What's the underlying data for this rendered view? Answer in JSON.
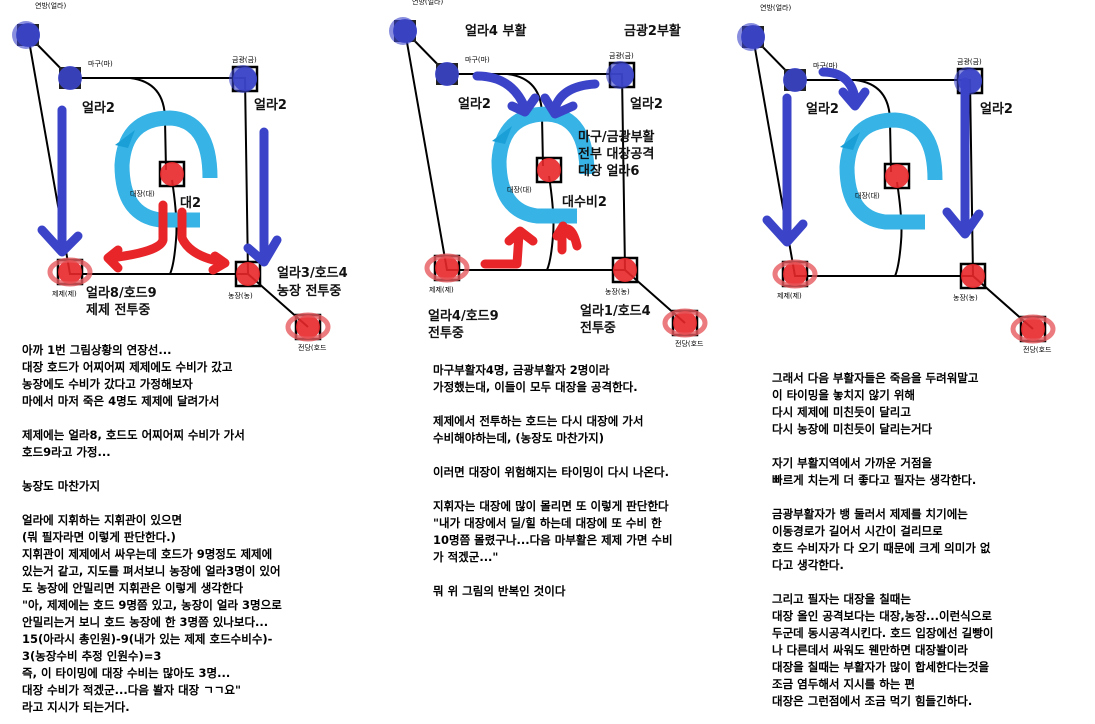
{
  "node_labels": {
    "ally_spawn": "연방(얼라)",
    "magu": "마구(마)",
    "gold": "금광(금)",
    "boss": "대장(대)",
    "lumber": "제제(제)",
    "farm": "농장(농)",
    "horde_spawn": "전당(호드"
  },
  "panels": [
    {
      "labels": {
        "magu_count": "얼라2",
        "gold_count": "얼라2",
        "boss_def": "대2",
        "lumber_status_1": "얼라8/호드9",
        "lumber_status_2": "제제 전투중",
        "farm_status_1": "얼라3/호드4",
        "farm_status_2": "농장 전투중"
      },
      "notes": [
        "아까 1번 그림상황의 연장선...",
        "대장 호드가 어찌어찌 제제에도 수비가 갔고",
        "농장에도 수비가 갔다고 가정해보자",
        "마에서 마저 죽은 4명도 제제에 달려가서",
        "",
        "제제에는 얼라8, 호드도 어찌어찌 수비가 가서",
        "호드9라고 가정...",
        "",
        "농장도 마찬가지",
        "",
        "얼라에 지휘하는 지휘관이 있으면",
        "(뭐 필자라면 이렇게 판단한다.)",
        "지휘관이 제제에서 싸우는데 호드가 9명정도 제제에",
        "있는거 같고, 지도를 펴서보니 농장에 얼라3명이 있어",
        "도 농장에 안밀리면 지휘관은 이렇게 생각한다",
        "\"아, 제제에는 호드 9명쯤 있고, 농장이 얼라 3명으로",
        "안밀리는거 보니 호드 농장에 한 3명쯤 있나보다...",
        "15(아라시 총인원)-9(내가 있는 제제 호드수비수)-",
        "3(농장수비 추정 인원수)=3",
        "즉, 이 타이밍에 대장 수비는 많아도 3명...",
        "대장 수비가 적겠군...다음 봘자 대장 ㄱㄱ요\"",
        "라고 지시가 되는거다."
      ]
    },
    {
      "labels": {
        "ally_revive": "얼라4 부활",
        "gold_revive": "금광2부활",
        "magu_count": "얼라2",
        "gold_count": "얼라2",
        "attack_1": "마구/금광부활",
        "attack_2": "전부 대장공격",
        "attack_3": "대장 얼라6",
        "boss_def": "대수비2",
        "lumber_status_1": "얼라4/호드9",
        "lumber_status_2": "전투중",
        "farm_status_1": "얼라1/호드4",
        "farm_status_2": "전투중"
      },
      "notes": [
        "마구부활자4명, 금광부활자 2명이라",
        "가정했는대, 이들이 모두 대장을 공격한다.",
        "",
        "제제에서 전투하는 호드는 다시 대장에 가서",
        "수비해야하는데, (농장도 마찬가지)",
        "",
        "이러면 대장이 위험해지는 타이밍이 다시 나온다.",
        "",
        "지휘자는 대장에 많이 몰리면 또 이렇게 판단한다",
        "\"내가 대장에서 딜/힐 하는데 대장에 또 수비 한",
        "10명쯤 몰렸구나...다음 마부활은 제제 가면 수비",
        "가 적겠군...\"",
        "",
        "뭐 위 그림의 반복인 것이다"
      ]
    },
    {
      "labels": {
        "magu_count": "얼라2",
        "gold_count": "얼라2"
      },
      "notes": [
        "그래서 다음 부활자들은 죽음을 두려워말고",
        "이 타이밍을 놓치지 않기 위해",
        "다시 제제에 미친듯이 달리고",
        "다시 농장에 미친듯이 달리는거다",
        "",
        "자기 부활지역에서 가까운 거점을",
        "빠르게 치는게 더 좋다고 필자는 생각한다.",
        "",
        "금광부활자가 뱅 둘러서 제제를 치기에는",
        "이동경로가 길어서 시간이 걸리므로",
        "호드 수비자가 다 오기 때문에 크게 의미가 없",
        "다고 생각한다.",
        "",
        "그리고 필자는 대장을 칠때는",
        "대장 올인 공격보다는 대장,농장...이런식으로",
        "두군데 동시공격시킨다. 호드 입장에선 길빵이",
        "나 다른데서 싸워도 웬만하면 대장봘이라",
        "대장을 칠때는 부활자가 많이 합세한다는것을",
        "조금 염두해서 지시를 하는 편",
        "대장은 그런점에서 조금 먹기 힘들긴하다."
      ]
    }
  ],
  "colors": {
    "ally": "#3b44c8",
    "horde": "#e8262a",
    "cycle": "#37b3e6",
    "line": "#000000"
  }
}
